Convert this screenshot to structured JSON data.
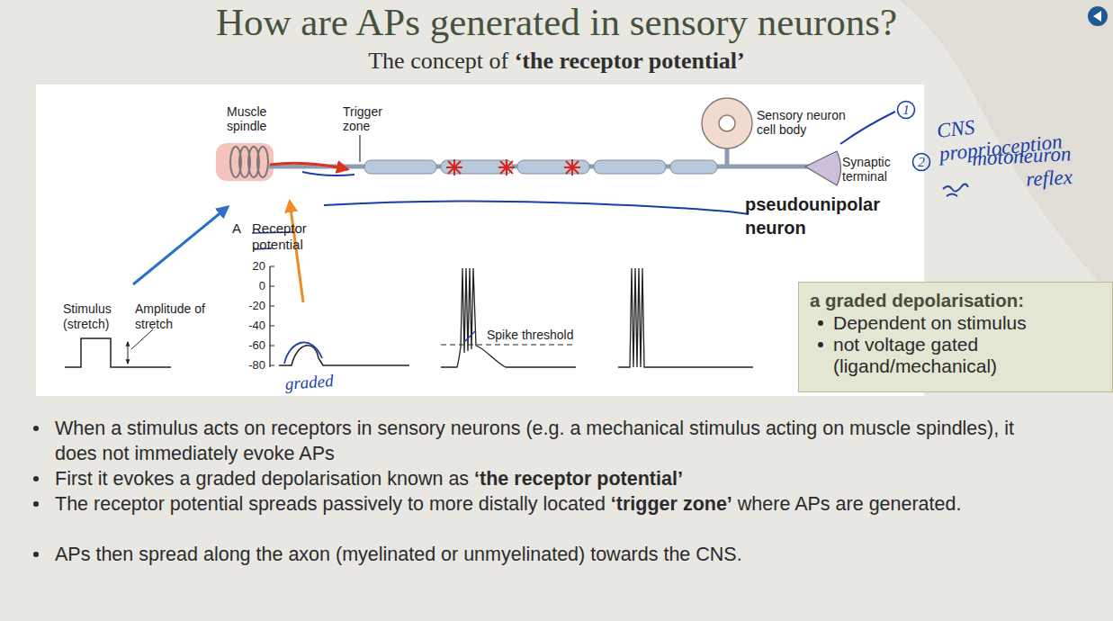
{
  "diagram": {
    "title": "How are APs generated in sensory neurons?",
    "nodes": [
      {
        "text": [
          "1"
        ]
      },
      {
        "text": [
          "2"
        ]
      },
      {
        "text": [
          "a graded depolarisation:",
          "Dependent on stimulus",
          "not voltage gated (ligand/mechanical)"
        ]
      }
    ],
    "labels": [
      "The concept of",
      "‘the receptor potential’",
      "Muscle spindle",
      "Trigger zone",
      "Sensory neuron cell body",
      "Synaptic terminal",
      "CNS proprioception",
      "motoneuron reflex",
      "pseudounipolar neuron",
      "A",
      "Receptor potential",
      "20",
      "0",
      "-20",
      "-40",
      "-60",
      "-80",
      "Stimulus (stretch)",
      "Amplitude of stretch",
      "graded",
      "Spike threshold",
      "When a stimulus acts on receptors in sensory neurons (e.g. a mechanical stimulus acting on muscle spindles), it does not immediately evoke APs",
      "First it evokes a graded depolarisation known as",
      "‘the receptor potential’",
      "The receptor potential spreads passively to more distally located",
      "‘trigger zone’",
      "where APs are generated.",
      "APs then spread along the axon (myelinated or unmyelinated) towards the CNS."
    ]
  }
}
